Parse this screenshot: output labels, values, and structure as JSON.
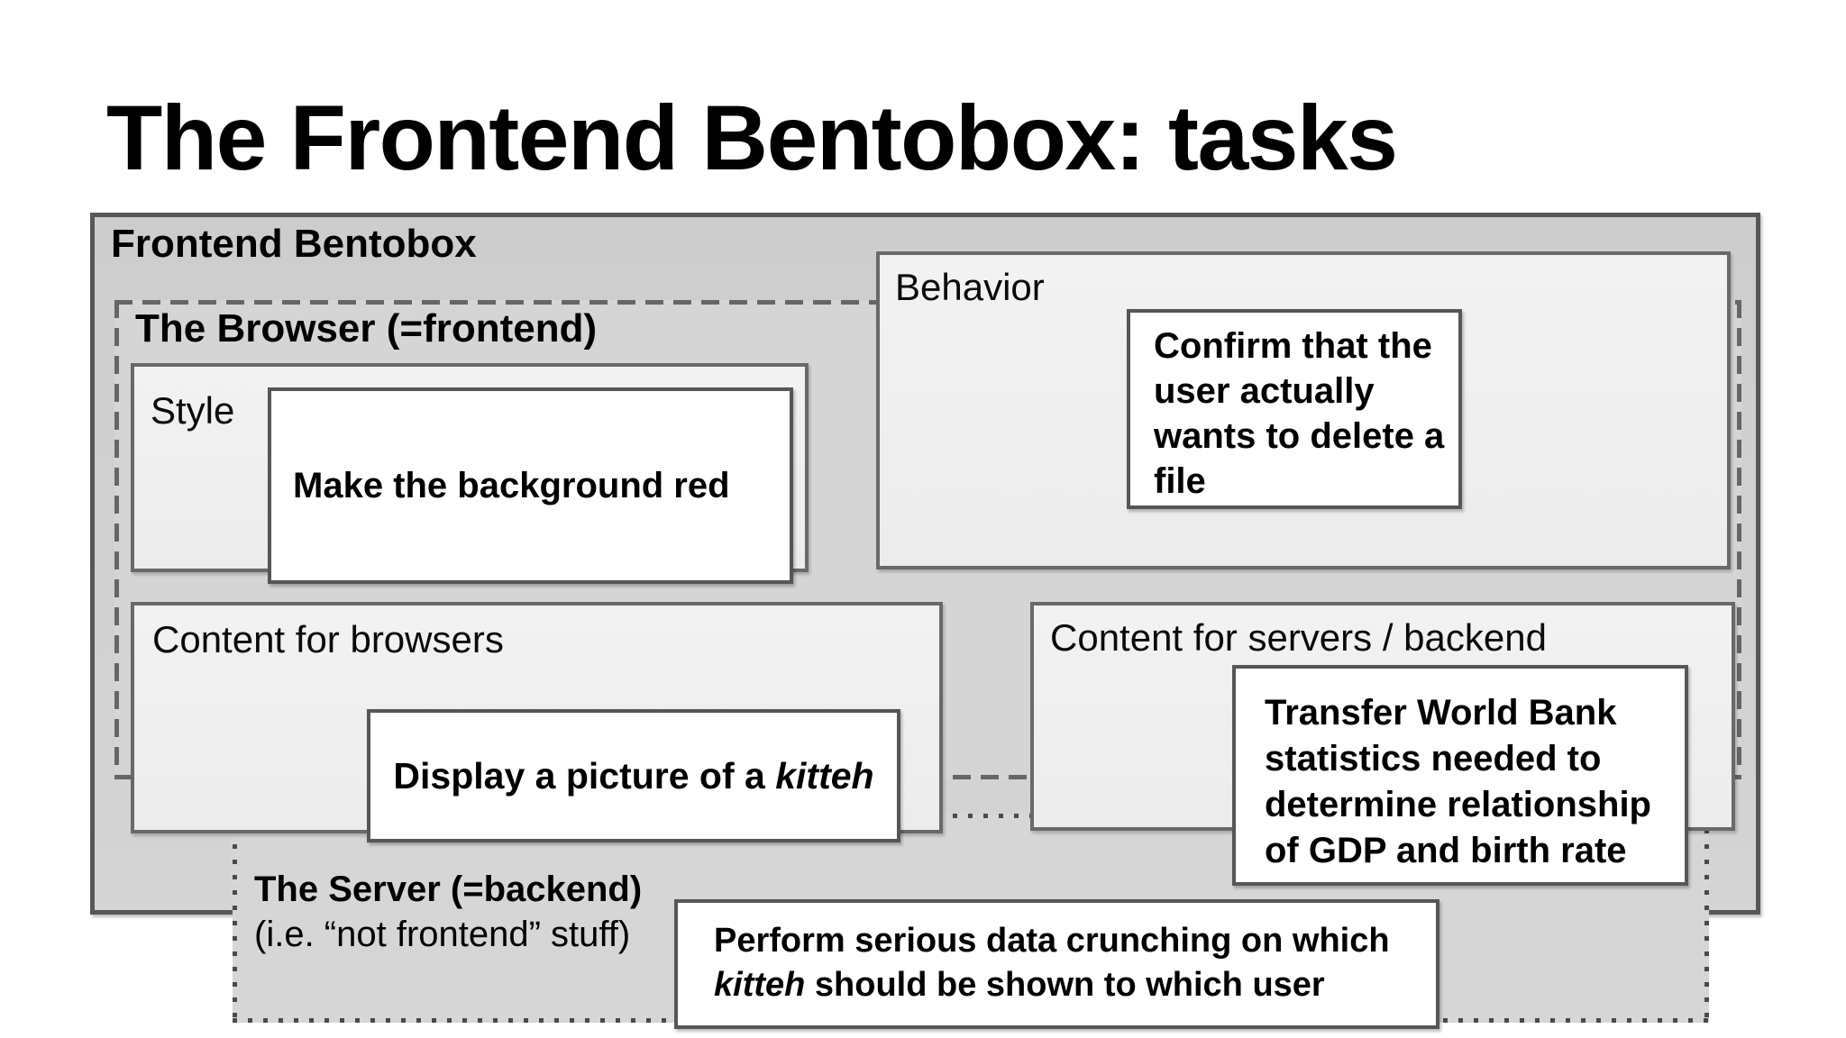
{
  "title": "The Frontend Bentobox: tasks",
  "colors": {
    "page_bg": "#ffffff",
    "outer_fill": "#d0d0d0",
    "outer_border": "#575757",
    "zone_fill": "#d5d5d5",
    "dashed_border": "#666666",
    "dotted_border": "#4a4a4a",
    "panel_fill": "#efefef",
    "panel_border": "#696969",
    "card_fill": "#ffffff",
    "card_border": "#565656",
    "text": "#000000"
  },
  "outer": {
    "label": "Frontend Bentobox"
  },
  "browser": {
    "label": "The Browser (=frontend)"
  },
  "server": {
    "label": "The Server (=backend)",
    "sublabel": "(i.e. “not frontend” stuff)",
    "task": {
      "line1": "Perform serious data crunching on which",
      "line2_italic": "kitteh",
      "line2_rest": " should be shown to which user"
    }
  },
  "style": {
    "label": "Style",
    "task": "Make the background red"
  },
  "behavior": {
    "label": "Behavior",
    "task_lines": [
      "Confirm that the",
      "user actually",
      "wants to delete a",
      "file"
    ]
  },
  "content_browsers": {
    "label": "Content for browsers",
    "task_prefix": "Display a picture of a ",
    "task_italic": "kitteh"
  },
  "content_servers": {
    "label": "Content for servers / backend",
    "task_lines": [
      "Transfer World Bank",
      "statistics needed to",
      "determine relationship",
      "of GDP and birth rate"
    ]
  }
}
